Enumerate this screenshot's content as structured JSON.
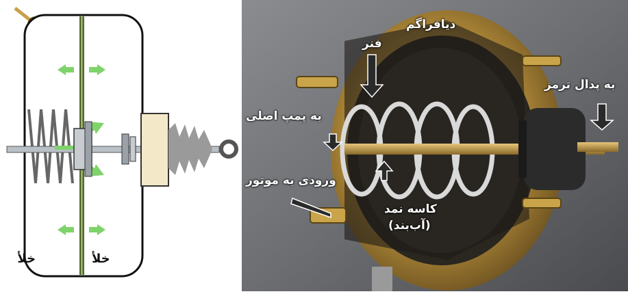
{
  "diagram": {
    "left_label": "خلأ",
    "right_label": "خلأ"
  },
  "photo": {
    "labels": {
      "diaphragm": "دیافراگم",
      "spring": "فنر",
      "to_brake_pedal": "به پدال ترمز",
      "to_master_pump": "به پمپ اصلی",
      "engine_inlet": "ورودی به موتور",
      "seal_line1": "کاسه نمد",
      "seal_line2": "(آب‌بند)"
    }
  },
  "colors": {
    "chamber_outline": "#111111",
    "diaphragm": "#556b2f",
    "air_arrows": "#7fd36b",
    "housing_gold": "#b38c3a",
    "spring_silver": "#d9d9d9",
    "boot_rubber": "#2b2b2b"
  }
}
